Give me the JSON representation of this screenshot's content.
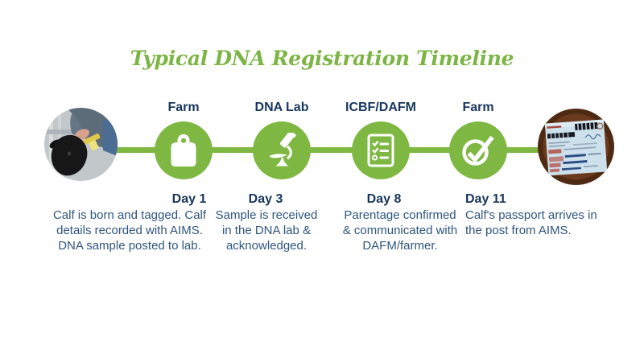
{
  "title": "Typical DNA Registration Timeline",
  "colors": {
    "accent_green": "#7EB843",
    "title_green": "#7CB544",
    "label_navy": "#17365D",
    "body_navy": "#2F5580"
  },
  "timeline": {
    "events": [
      {
        "label": "Farm",
        "icon": "ear-tag-icon",
        "day": "Day 1",
        "description": "Calf is born and tagged. Calf details recorded with AIMS. DNA sample posted to lab."
      },
      {
        "label": "DNA Lab",
        "icon": "microscope-icon",
        "day": "Day 3",
        "description": "Sample is received in the DNA lab & acknowledged."
      },
      {
        "label": "ICBF/DAFM",
        "icon": "checklist-icon",
        "day": "Day 8",
        "description": "Parentage confirmed & communicated with DAFM/farmer."
      },
      {
        "label": "Farm",
        "icon": "check-circle-icon",
        "day": "Day 11",
        "description": "Calf's passport arrives in the post from AIMS."
      }
    ],
    "photos": [
      {
        "name": "calf-being-tagged-photo",
        "alt": "Newborn calf being ear-tagged"
      },
      {
        "name": "cattle-passport-photo",
        "alt": "Calf passport document on wooden table"
      }
    ]
  }
}
